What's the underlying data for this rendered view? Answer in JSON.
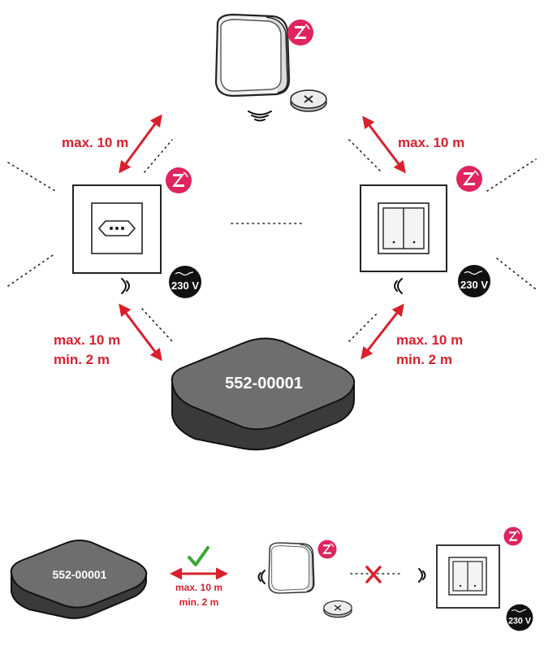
{
  "hub": {
    "model": "552-00001"
  },
  "distances": {
    "top_left": "max. 10 m",
    "top_right": "max. 10 m",
    "bottom_left_max": "max. 10 m",
    "bottom_left_min": "min. 2 m",
    "bottom_right_max": "max. 10 m",
    "bottom_right_min": "min. 2 m",
    "bottom_row_max": "max. 10 m",
    "bottom_row_min": "min. 2 m"
  },
  "voltage": {
    "left": "230 V",
    "right": "230 V",
    "bottom": "230 V"
  },
  "icons": {
    "zwave": "z-wave-logo-icon",
    "battery": "coin-cell-battery-icon",
    "signal": "wireless-signal-icon",
    "ok": "checkmark-icon",
    "not_ok": "cross-icon"
  },
  "colors": {
    "accent": "#d9202c",
    "ok": "#3aa935",
    "hub_body": "#3a3a3a",
    "hub_top": "#6e6e6e"
  }
}
